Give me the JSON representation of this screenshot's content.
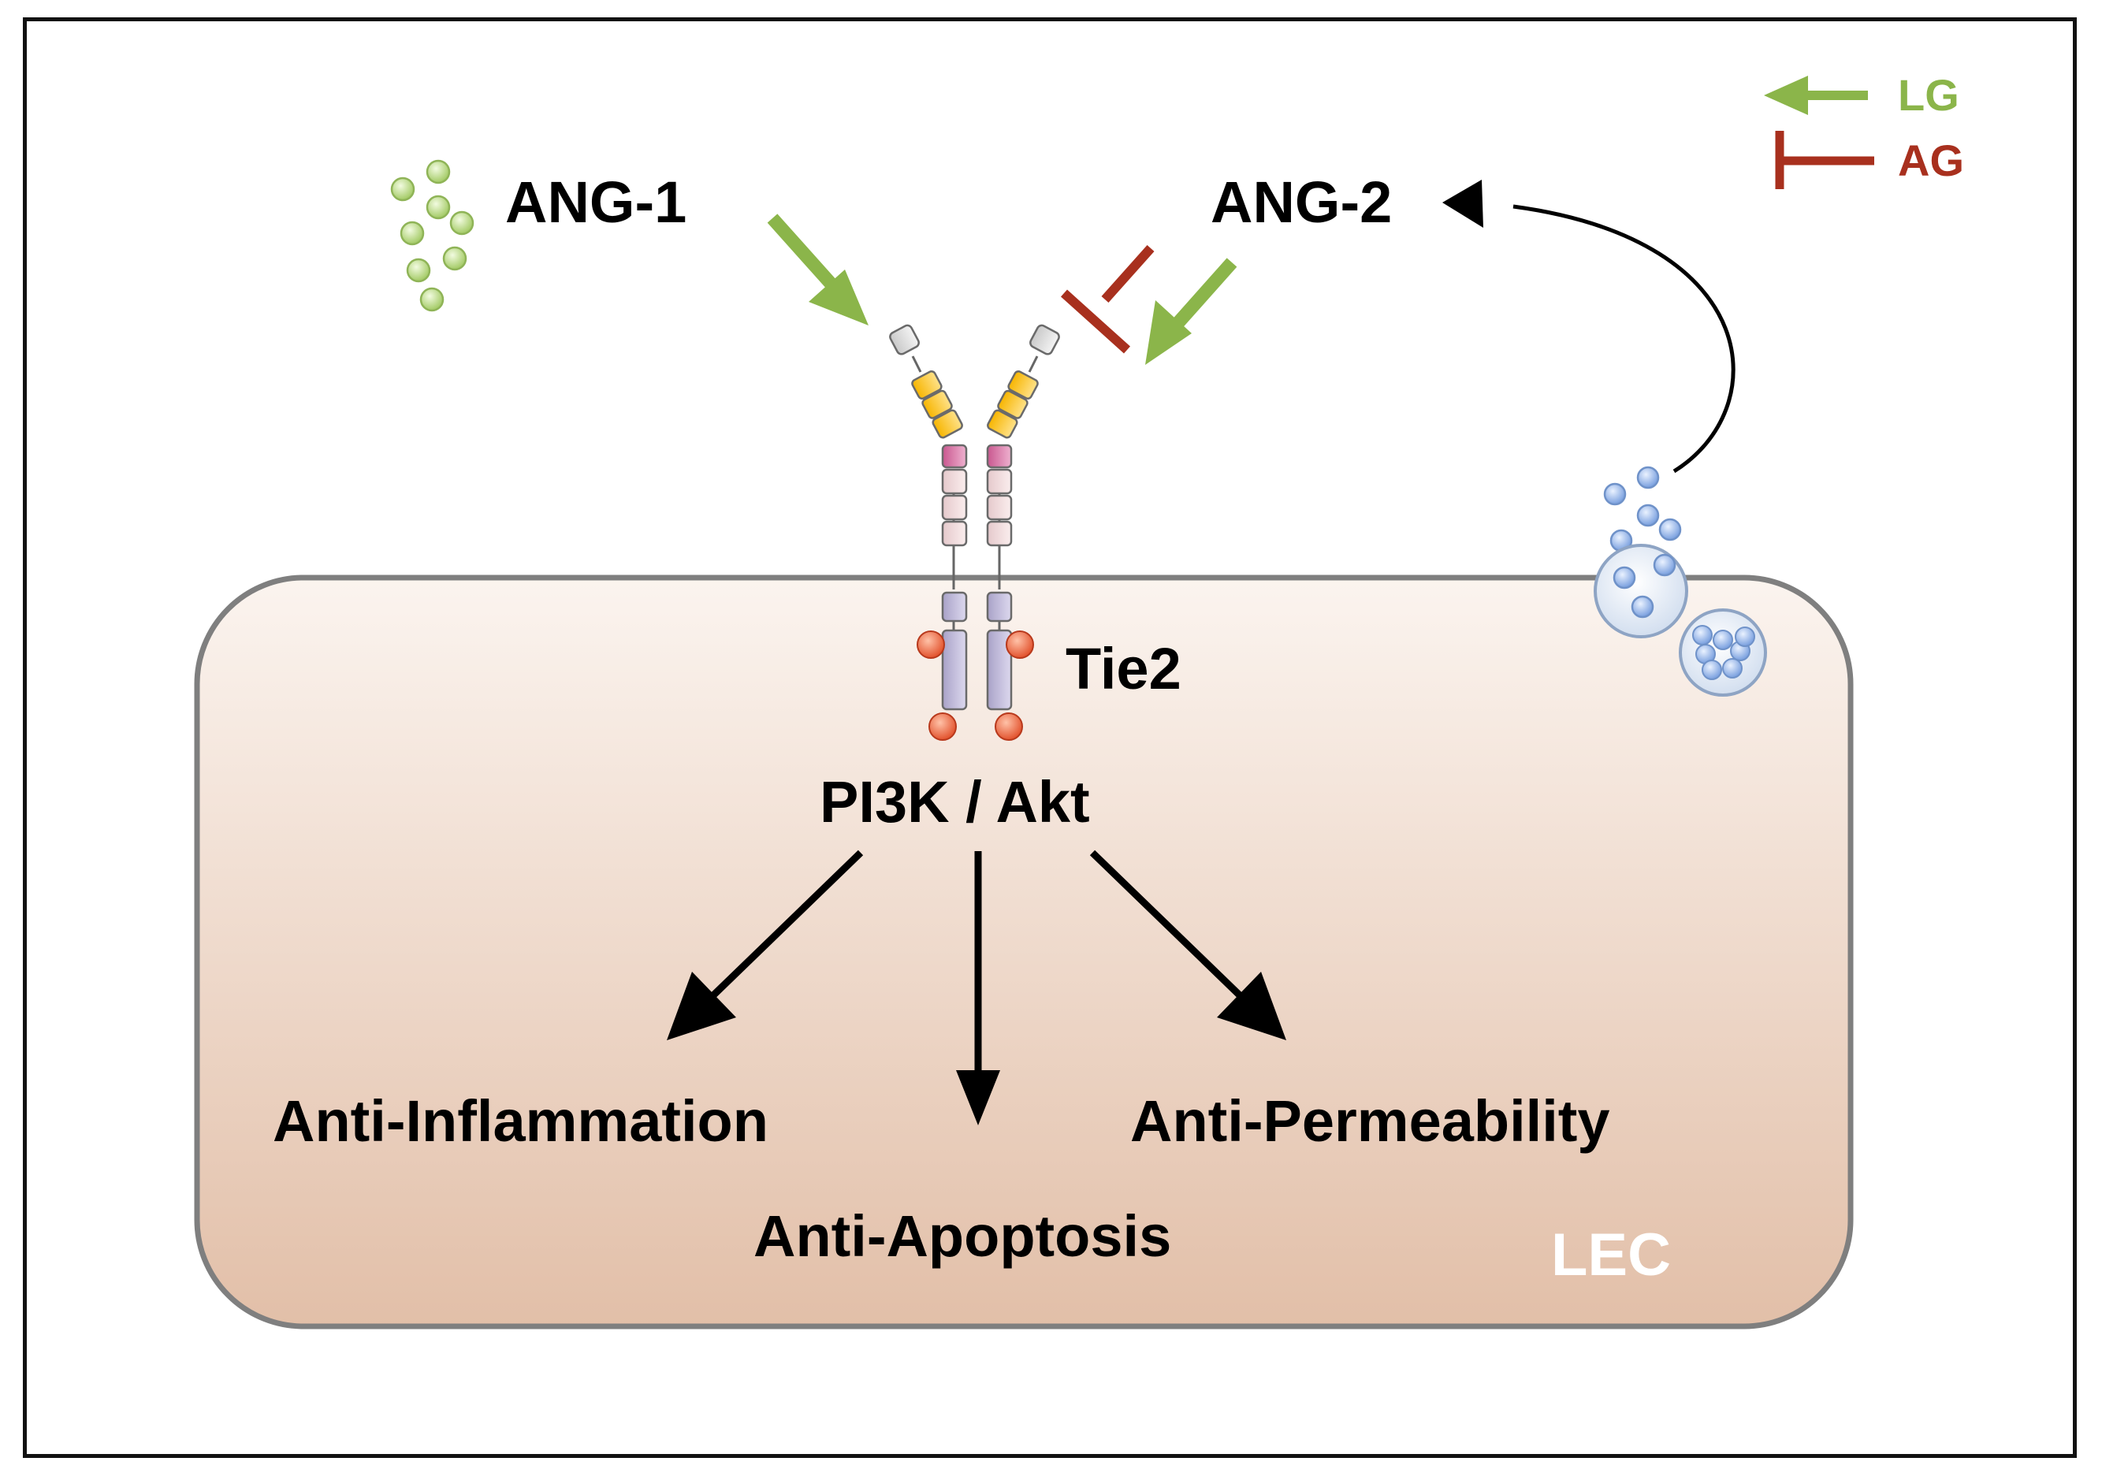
{
  "legend": {
    "activation_label": "LG",
    "inhibition_label": "AG"
  },
  "ligands": {
    "ang1": "ANG-1",
    "ang2": "ANG-2"
  },
  "receptor": {
    "label": "Tie2"
  },
  "pathway": {
    "label": "PI3K / Akt"
  },
  "outcomes": {
    "left": "Anti-Inflammation",
    "center": "Anti-Apoptosis",
    "right": "Anti-Permeability"
  },
  "cell": {
    "label": "LEC"
  },
  "colors": {
    "activation": "#8bb54a",
    "inhibition": "#a8301e",
    "black_arrow": "#000000",
    "cell_top": "#fbf4ef",
    "cell_bottom": "#e2bfa8",
    "cell_border": "#7f7f7f",
    "ang1_particle": "#b7dc72",
    "ang2_particle": "#8fb2e8",
    "phospho": "#e8502f",
    "cell_label": "#ffffff"
  }
}
